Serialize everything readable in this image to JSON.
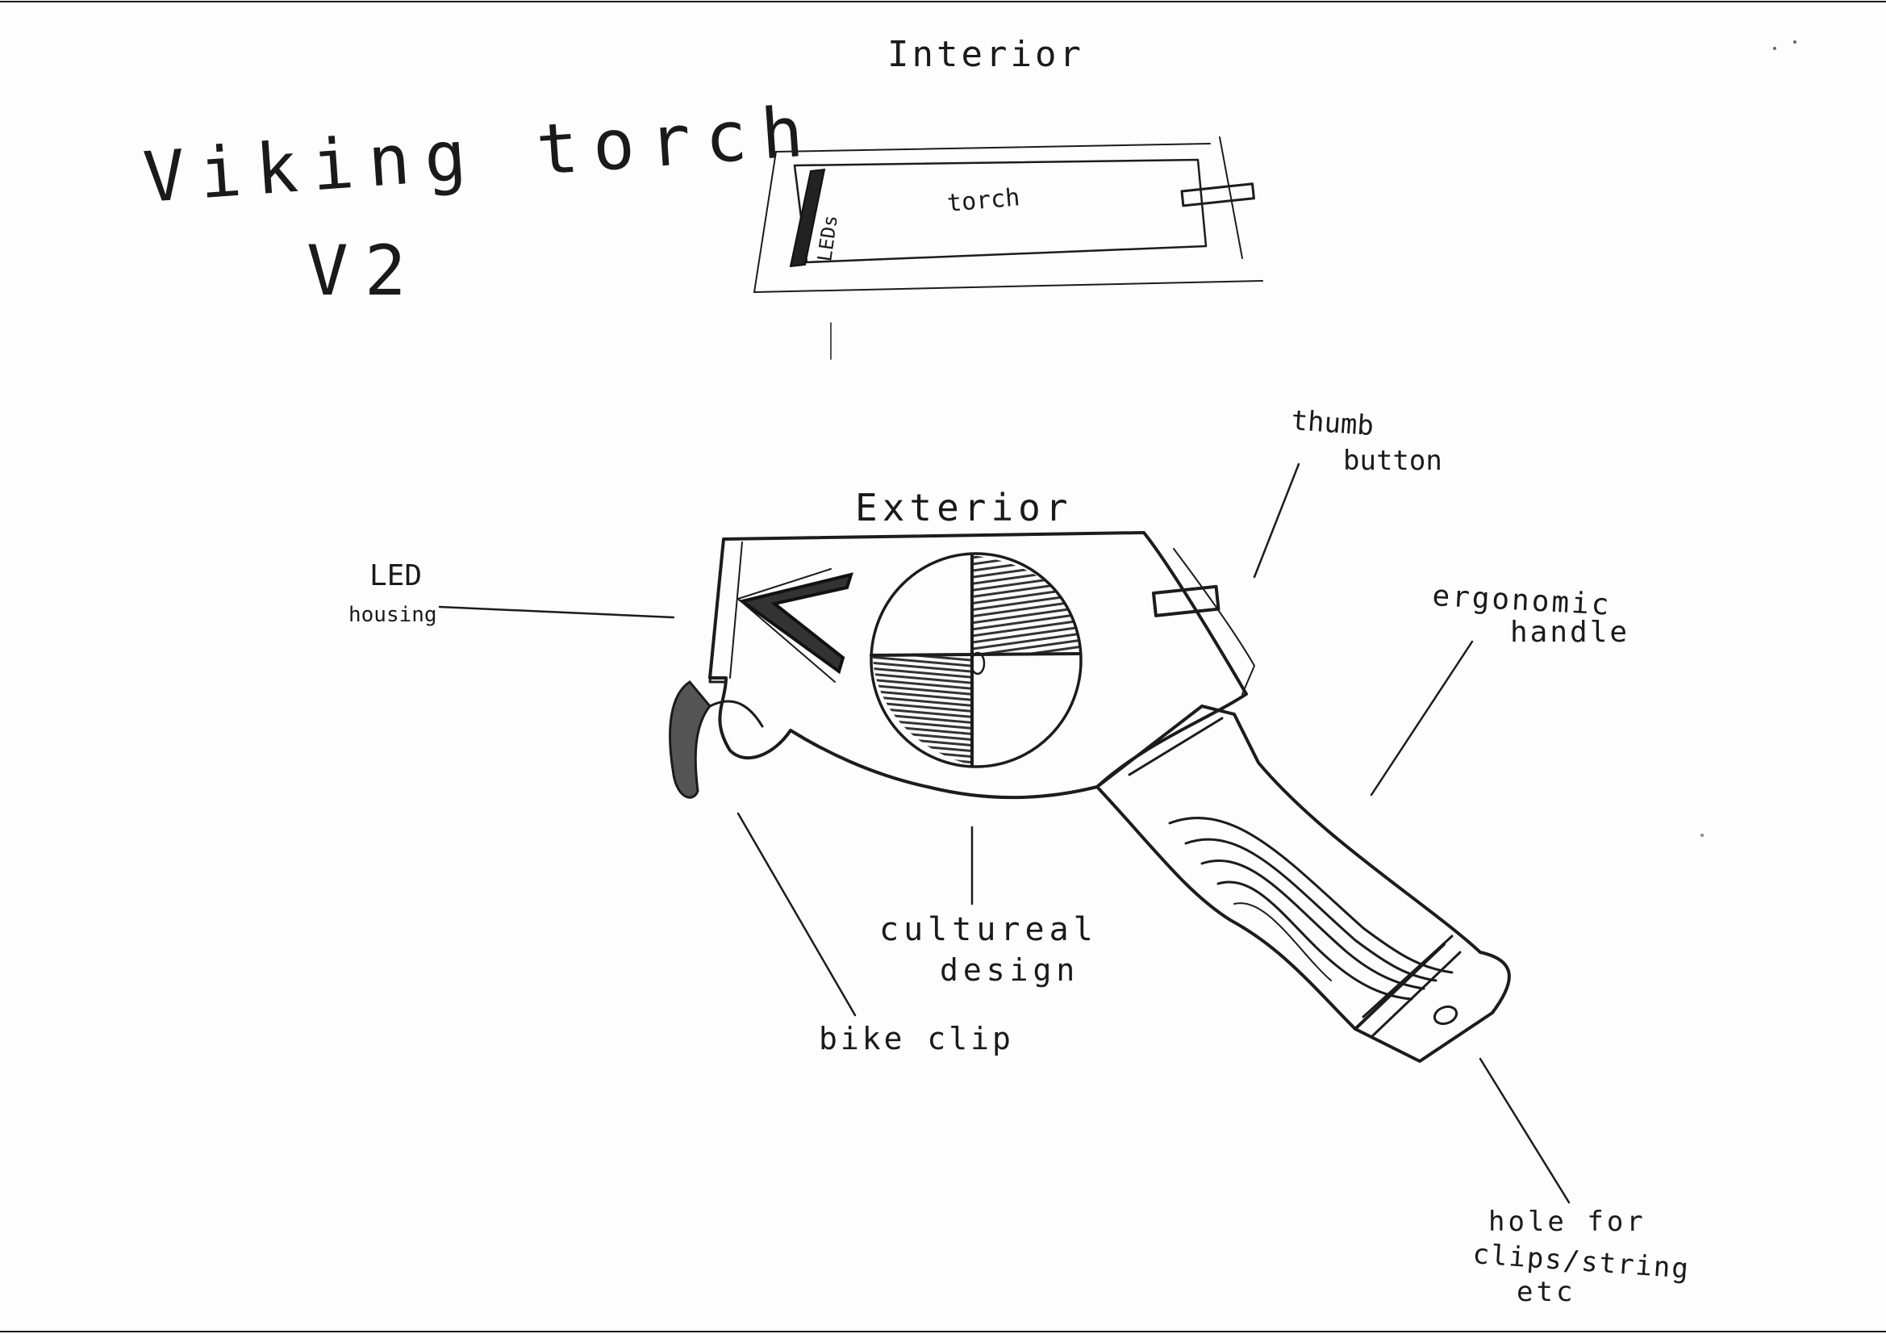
{
  "title": {
    "line1": "Viking torch",
    "line2": "V2"
  },
  "interior": {
    "heading": "Interior",
    "torch_label": "torch",
    "led_label": "LEDs"
  },
  "exterior": {
    "heading": "Exterior"
  },
  "labels": {
    "thumb_button_1": "thumb",
    "thumb_button_2": "button",
    "led_housing_1": "LED",
    "led_housing_2": "housing",
    "ergonomic_1": "ergonomic",
    "ergonomic_2": "handle",
    "cultural_1": "cultureal",
    "cultural_2": "design",
    "bike_clip": "bike clip",
    "hole_1": "hole for",
    "hole_2": "clips/string",
    "hole_3": "etc"
  },
  "colors": {
    "ink": "#1c1c1c",
    "paper": "#fdfdfd",
    "shade": "#4a4a4a"
  }
}
